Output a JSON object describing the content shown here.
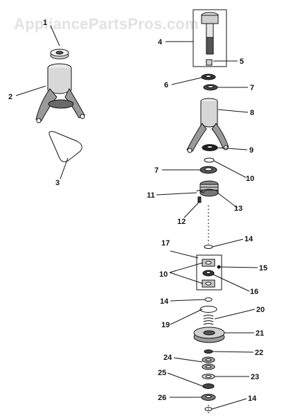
{
  "watermark": "AppliancePartsPros.com",
  "callouts": {
    "c1": "1",
    "c2": "2",
    "c3": "3",
    "c4": "4",
    "c5": "5",
    "c6": "6",
    "c7a": "7",
    "c7b": "7",
    "c8": "8",
    "c9": "9",
    "c10a": "10",
    "c10b": "10",
    "c11": "11",
    "c12": "12",
    "c13": "13",
    "c14a": "14",
    "c14b": "14",
    "c14c": "14",
    "c15": "15",
    "c16": "16",
    "c17": "17",
    "c19": "19",
    "c20": "20",
    "c21": "21",
    "c22": "22",
    "c23": "23",
    "c24": "24",
    "c25": "25",
    "c26": "26"
  }
}
